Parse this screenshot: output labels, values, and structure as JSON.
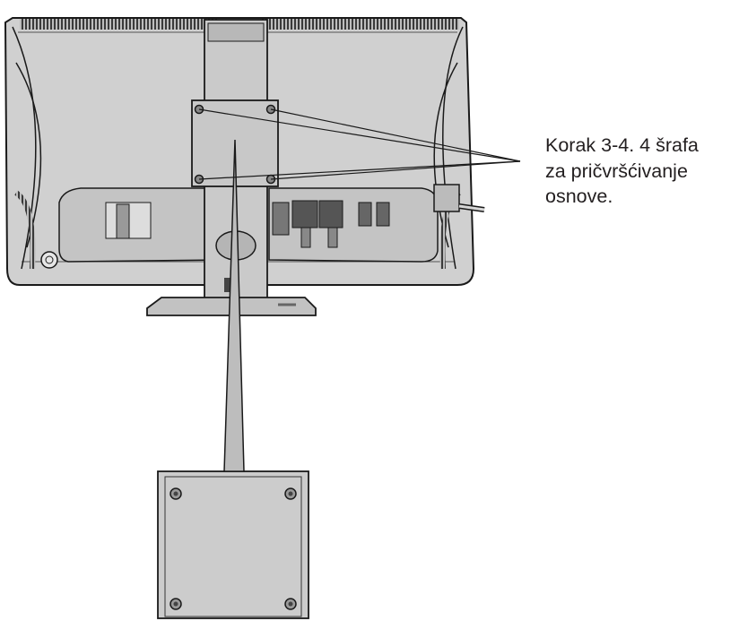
{
  "callout": {
    "lines": [
      "Korak 3-4. 4 šrafa",
      "za pričvršćivanje",
      "osnove."
    ]
  },
  "colors": {
    "body": "#cfcfcf",
    "outline": "#1a1a1a",
    "text": "#231f20"
  }
}
